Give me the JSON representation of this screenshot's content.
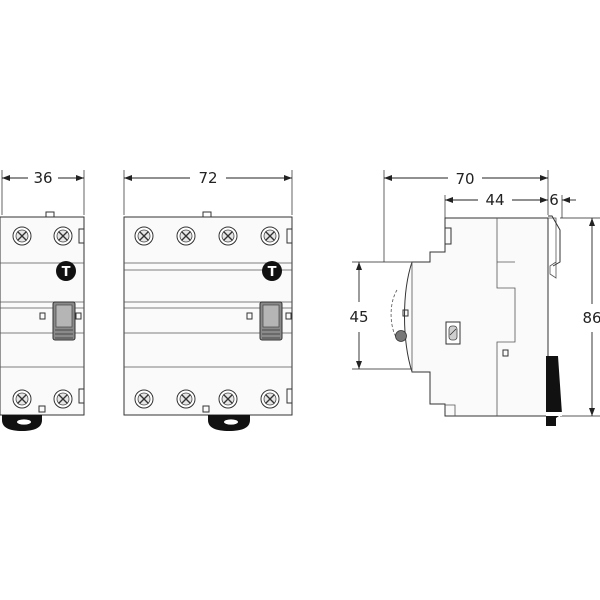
{
  "dimensions": {
    "width_2_module": "36",
    "width_4_module": "72",
    "depth_overall": "70",
    "depth_front": "44",
    "depth_clip": "6",
    "height_front_window": "45",
    "height_overall": "86"
  },
  "test_button_label": "T",
  "icons": {
    "terminal": "terminal-screw-icon",
    "test": "test-button-icon",
    "lever": "toggle-lever-icon",
    "clip": "din-rail-clip-icon"
  },
  "colors": {
    "outline": "#333333",
    "badge": "#111111",
    "lever": "#8a8a8a"
  }
}
